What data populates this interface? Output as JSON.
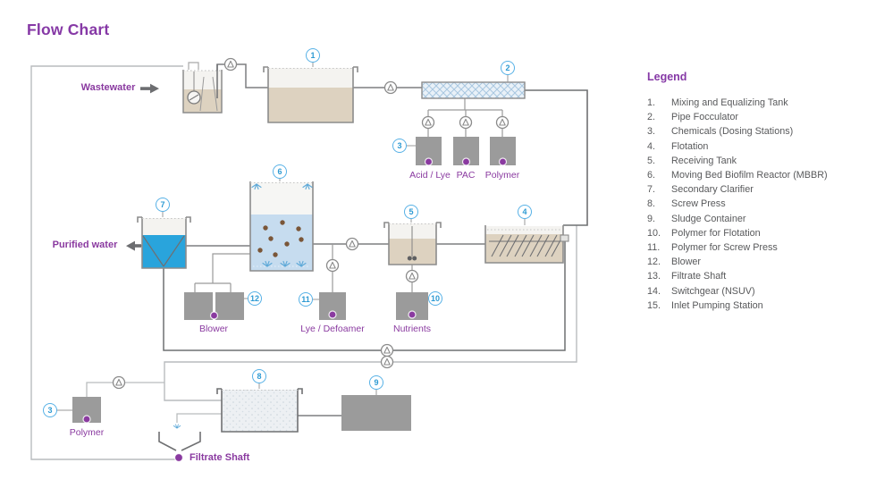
{
  "title": "Flow Chart",
  "colors": {
    "accent_purple": "#8a3aa0",
    "badge_blue": "#2d9ad3",
    "water_blue": "#29a4dc",
    "liquid_tan": "#ddd2c0",
    "box_gray": "#9b9b9b"
  },
  "flow_labels": {
    "wastewater": "Wastewater",
    "purified_water": "Purified water",
    "filtrate_shaft": "Filtrate Shaft"
  },
  "dosing_labels": {
    "acid_lye": "Acid / Lye",
    "pac": "PAC",
    "polymer_top": "Polymer",
    "blower": "Blower",
    "lye_defoamer": "Lye / Defoamer",
    "nutrients": "Nutrients",
    "polymer_bottom": "Polymer"
  },
  "badges": {
    "b1": "1",
    "b2": "2",
    "b3": "3",
    "b3b": "3",
    "b4": "4",
    "b5": "5",
    "b6": "6",
    "b7": "7",
    "b8": "8",
    "b9": "9",
    "b10": "10",
    "b11": "11",
    "b12": "12"
  },
  "legend": {
    "title": "Legend",
    "items": [
      {
        "num": "1.",
        "label": "Mixing and Equalizing Tank"
      },
      {
        "num": "2.",
        "label": "Pipe Focculator"
      },
      {
        "num": "3.",
        "label": "Chemicals (Dosing Stations)"
      },
      {
        "num": "4.",
        "label": "Flotation"
      },
      {
        "num": "5.",
        "label": "Receiving Tank"
      },
      {
        "num": "6.",
        "label": "Moving Bed Biofilm Reactor (MBBR)"
      },
      {
        "num": "7.",
        "label": "Secondary Clarifier"
      },
      {
        "num": "8.",
        "label": "Screw Press"
      },
      {
        "num": "9.",
        "label": "Sludge Container"
      },
      {
        "num": "10.",
        "label": "Polymer for Flotation"
      },
      {
        "num": "11.",
        "label": "Polymer for Screw Press"
      },
      {
        "num": "12.",
        "label": "Blower"
      },
      {
        "num": "13.",
        "label": "Filtrate Shaft"
      },
      {
        "num": "14.",
        "label": "Switchgear (NSUV)"
      },
      {
        "num": "15.",
        "label": "Inlet Pumping Station"
      }
    ]
  }
}
